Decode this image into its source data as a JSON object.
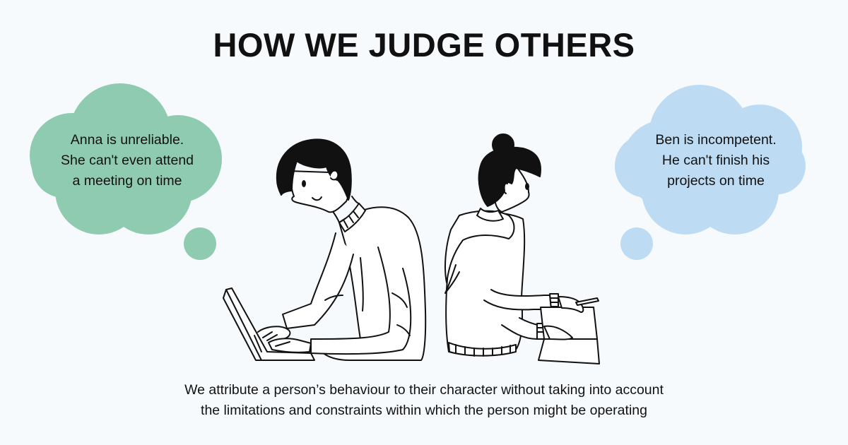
{
  "title": "HOW WE JUDGE OTHERS",
  "colors": {
    "background": "#f6fafd",
    "left_cloud": "#8fcbb0",
    "right_cloud": "#bddbf2",
    "text": "#111111"
  },
  "left_thought": {
    "lines": [
      "Anna is unreliable.",
      "She can't even attend",
      "a meeting on time"
    ]
  },
  "right_thought": {
    "lines": [
      "Ben is incompetent.",
      "He can't finish his",
      "projects on time"
    ]
  },
  "illustration": {
    "left_figure": "man-typing-on-laptop",
    "right_figure": "woman-writing-in-notebook"
  },
  "caption": {
    "lines": [
      "We attribute a person’s behaviour to their character without taking into account",
      "the limitations and constraints within which the person might be operating"
    ]
  }
}
